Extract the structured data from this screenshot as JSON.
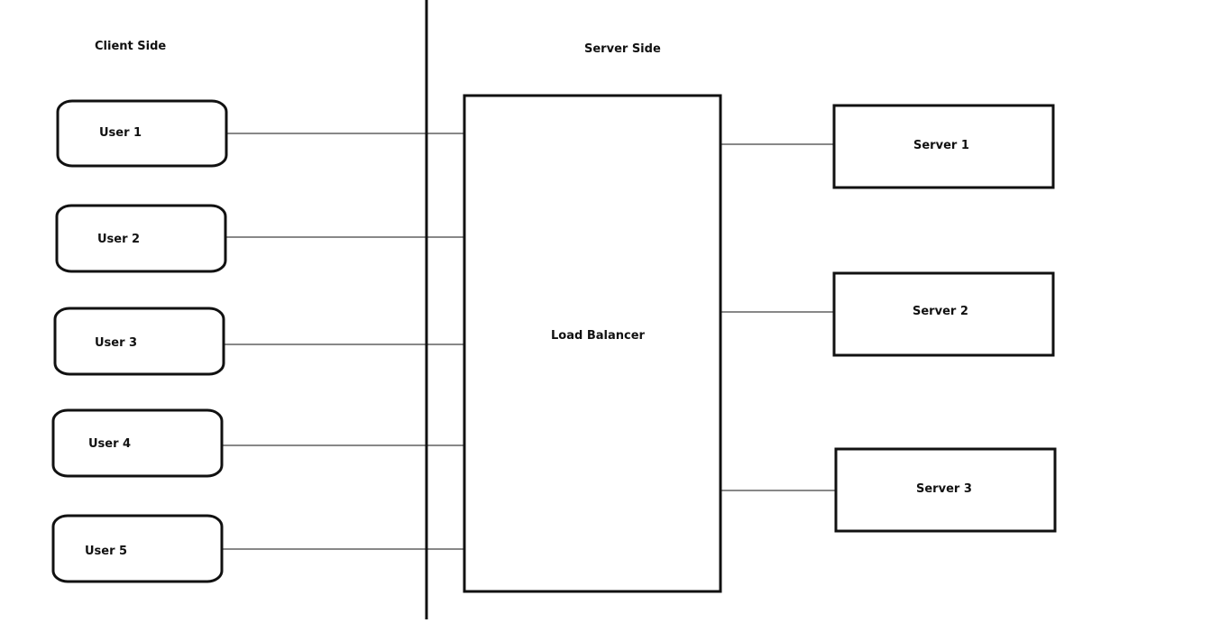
{
  "labels": {
    "client_side": "Client Side",
    "server_side": "Server Side"
  },
  "users": [
    "User 1",
    "User 2",
    "User 3",
    "User 4",
    "User 5"
  ],
  "load_balancer": "Load Balancer",
  "servers": [
    "Server 1",
    "Server 2",
    "Server 3"
  ],
  "colors": {
    "stroke": "#111111",
    "background": "#ffffff"
  }
}
